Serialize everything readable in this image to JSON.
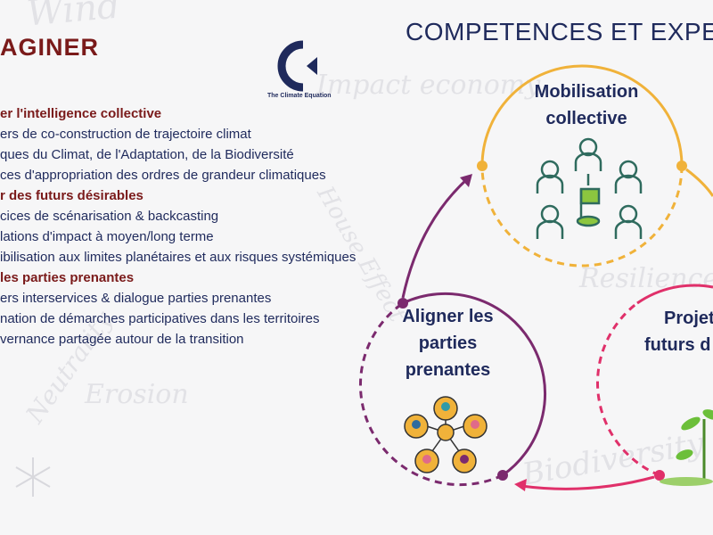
{
  "background_words": [
    "Wind",
    "Impact economy",
    "Resilience",
    "Erosion",
    "Biodiversity",
    "House Effect",
    "Neutrality"
  ],
  "left": {
    "title": "AGINER",
    "logo_caption": "The Climate Equation",
    "sections": [
      {
        "heading": "er l'intelligence collective",
        "items": [
          "ers de co-construction de trajectoire climat",
          "ques du Climat, de l'Adaptation, de la Biodiversité",
          "ces d'appropriation des ordres de grandeur climatiques"
        ]
      },
      {
        "heading": "r des futurs désirables",
        "items": [
          "cices de scénarisation & backcasting",
          "lations d'impact à moyen/long terme",
          "ibilisation aux limites planétaires et aux risques systémiques"
        ]
      },
      {
        "heading": "les parties prenantes",
        "items": [
          "ers interservices & dialogue parties prenantes",
          "nation de démarches participatives dans les territoires",
          "vernance partagée autour de la transition"
        ]
      }
    ]
  },
  "right": {
    "title": "COMPETENCES ET EXPE",
    "nodes": [
      {
        "label_lines": [
          "Mobilisation",
          "collective"
        ],
        "icon": "team-discussion-icon",
        "color": "#f0b23a"
      },
      {
        "label_lines": [
          "Aligner les",
          "parties",
          "prenantes"
        ],
        "icon": "network-people-icon",
        "color": "#7b2a6e"
      },
      {
        "label_lines": [
          "Projet",
          "futurs d"
        ],
        "icon": "sprout-icon",
        "color": "#e0306a"
      }
    ]
  },
  "colors": {
    "title_red": "#7a1a1a",
    "navy": "#1f2a5c",
    "orange": "#f0b23a",
    "purple": "#7b2a6e",
    "pink": "#e0306a"
  }
}
